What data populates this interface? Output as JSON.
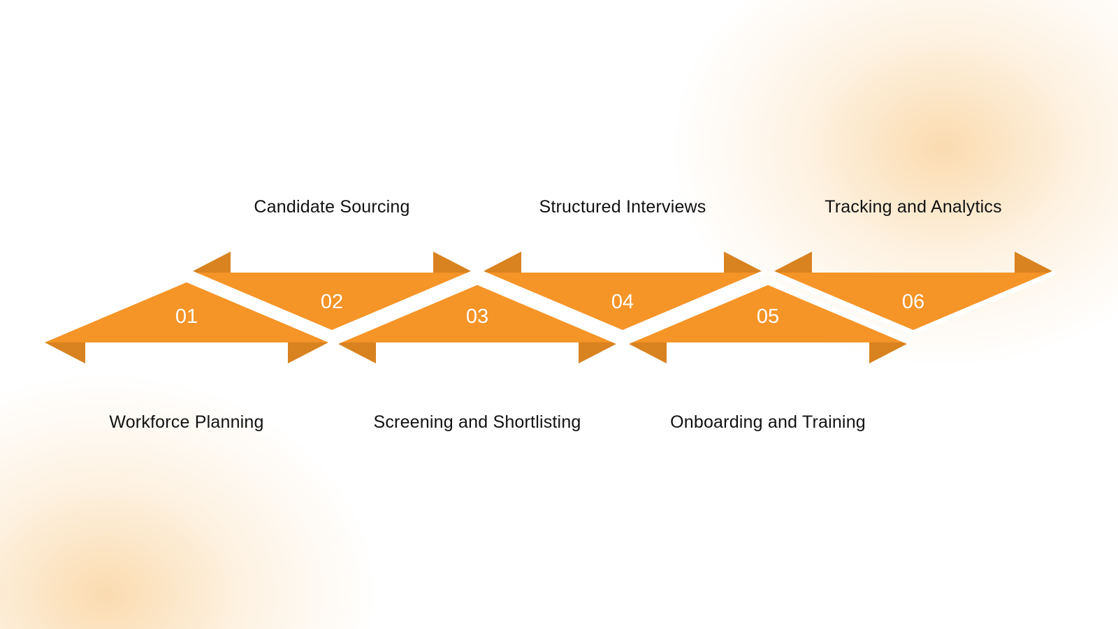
{
  "colors": {
    "band": "#f59427",
    "fold": "#d88220",
    "number": "#ffffff",
    "label": "#111111"
  },
  "steps": [
    {
      "number": "01",
      "label": "Workforce Planning"
    },
    {
      "number": "02",
      "label": "Candidate Sourcing"
    },
    {
      "number": "03",
      "label": "Screening and Shortlisting"
    },
    {
      "number": "04",
      "label": "Structured Interviews"
    },
    {
      "number": "05",
      "label": "Onboarding and Training"
    },
    {
      "number": "06",
      "label": "Tracking and Analytics"
    }
  ]
}
